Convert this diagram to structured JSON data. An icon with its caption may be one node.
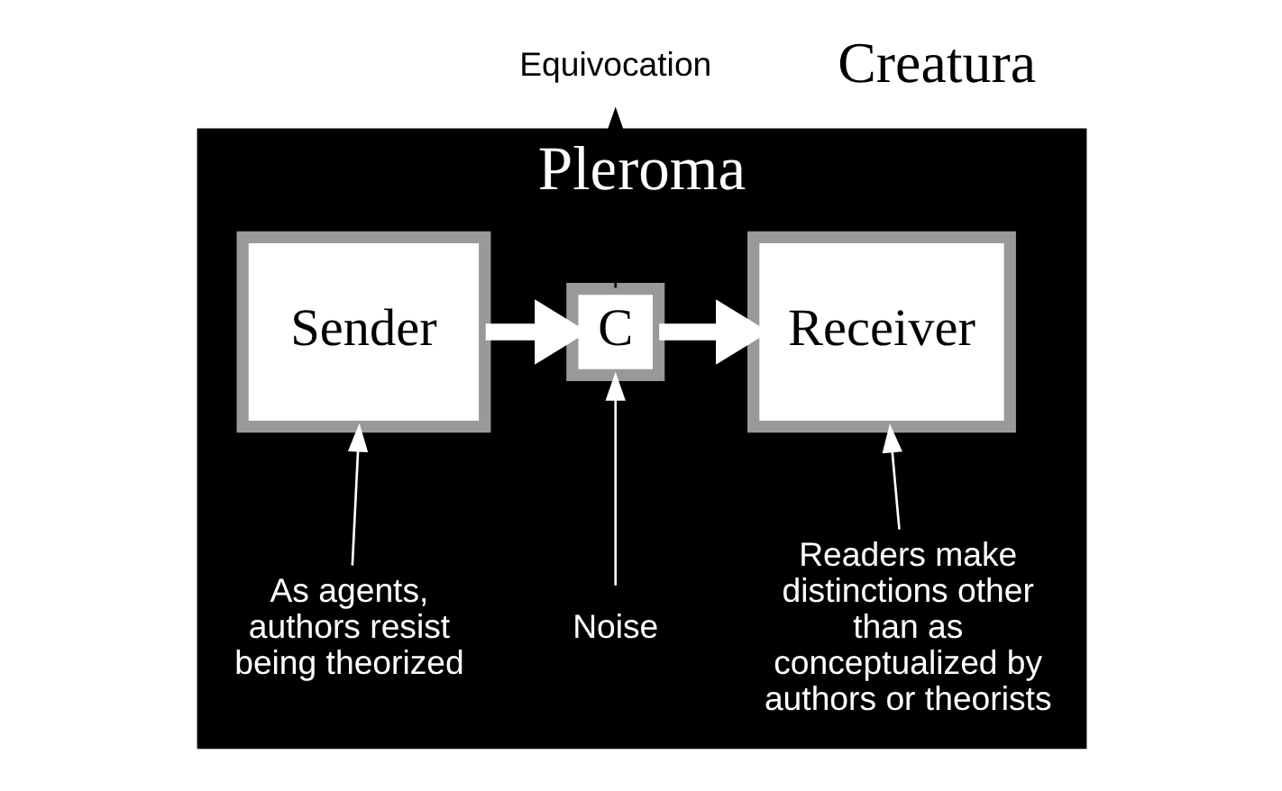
{
  "diagram": {
    "nodes": [
      {
        "text": [
          "Pleroma"
        ]
      },
      {
        "text": [
          "Sender"
        ],
        "in": 0
      },
      {
        "text": [
          "C"
        ],
        "in": 0
      },
      {
        "text": [
          "Receiver"
        ],
        "in": 0
      },
      {
        "text": [
          "Equivocation"
        ]
      },
      {
        "text": [
          "As agents, authors resist being theorized"
        ],
        "in": 0
      },
      {
        "text": [
          "Noise"
        ],
        "in": 0
      },
      {
        "text": [
          "Readers make distinctions other than as conceptualized by authors or theorists"
        ],
        "in": 0
      }
    ],
    "edges": [
      {
        "from": 1,
        "to": 2,
        "arrow": "to",
        "style": "thick"
      },
      {
        "from": 2,
        "to": 3,
        "arrow": "to",
        "style": "thick"
      },
      {
        "from": 2,
        "to": 4,
        "arrow": "to",
        "color": "#000000"
      },
      {
        "from": 5,
        "to": 1,
        "arrow": "to"
      },
      {
        "from": 6,
        "to": 2,
        "arrow": "to"
      },
      {
        "from": 7,
        "to": 3,
        "arrow": "to"
      }
    ],
    "labels": [
      "Creatura"
    ]
  }
}
